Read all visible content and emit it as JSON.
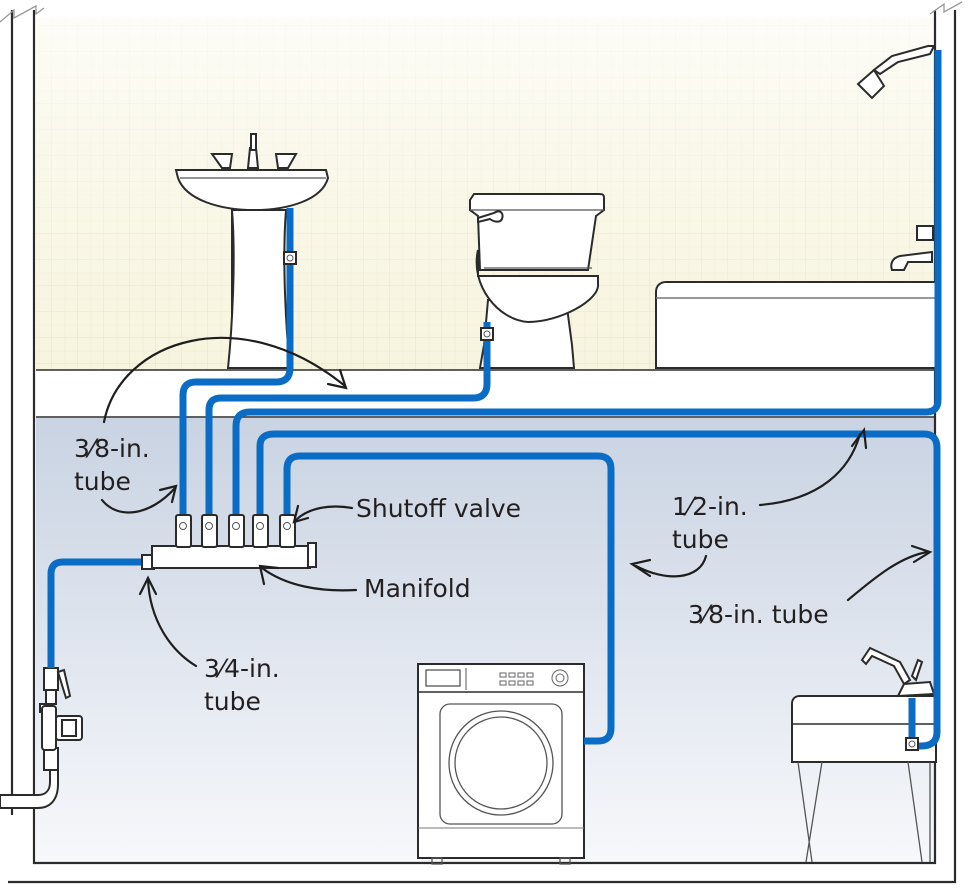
{
  "diagram": {
    "title": "Manifold (home-run) PEX plumbing system",
    "colors": {
      "tube": "#0a6cc4",
      "wall_tile": "#f6f3dc",
      "basement": "#cfd8e6",
      "basement_bottom": "#f5f7fa",
      "outline": "#2b2b2b",
      "label_text": "#231f20"
    },
    "labels": {
      "tube_38_left": {
        "fraction": "3⁄8",
        "line1": "-in.",
        "line2": "tube"
      },
      "shutoff_valve": "Shutoff valve",
      "manifold": "Manifold",
      "tube_34": {
        "fraction": "3⁄4",
        "line1": "-in.",
        "line2": "tube"
      },
      "tube_12": {
        "fraction": "1⁄2",
        "line1": "-in.",
        "line2": "tube"
      },
      "tube_38_right": {
        "fraction": "3⁄8",
        "line1": "-in. tube"
      }
    },
    "fixtures": [
      {
        "name": "pedestal-sink",
        "icon": "sink-icon"
      },
      {
        "name": "toilet",
        "icon": "toilet-icon"
      },
      {
        "name": "shower-head",
        "icon": "shower-icon"
      },
      {
        "name": "bathtub",
        "icon": "bathtub-icon"
      },
      {
        "name": "washing-machine",
        "icon": "washer-icon"
      },
      {
        "name": "utility-sink",
        "icon": "utility-sink-icon"
      },
      {
        "name": "water-meter-main-valve",
        "icon": "water-meter-icon"
      }
    ],
    "manifold_valves": 5
  }
}
